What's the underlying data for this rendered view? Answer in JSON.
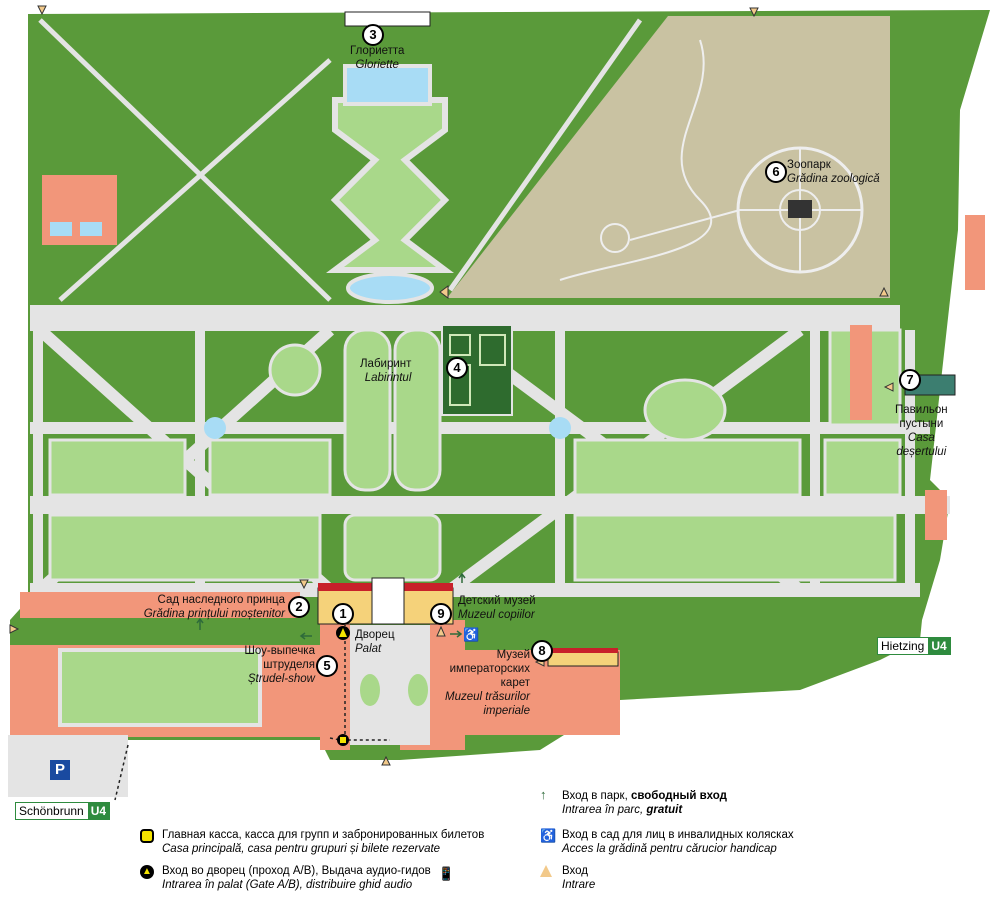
{
  "colors": {
    "park": "#5a9a3a",
    "lawn": "#a9d88a",
    "path": "#e4e4e4",
    "zoo": "#c9c2a2",
    "building": "#f2967a",
    "water": "#a8dcf5",
    "metro": "#2e8b3e",
    "ticket": "#f5e400"
  },
  "places": [
    {
      "num": "1",
      "ru": "Дворец",
      "ro": "Palat"
    },
    {
      "num": "2",
      "ru": "Сад наследного принца",
      "ro": "Grădina prințului moștenitor"
    },
    {
      "num": "3",
      "ru": "Глориетта",
      "ro": "Gloriette"
    },
    {
      "num": "4",
      "ru": "Лабиринт",
      "ro": "Labirintul"
    },
    {
      "num": "5",
      "ru": "Шоу-выпечка штруделя",
      "ru1": "Шоу-выпечка",
      "ru2": "штруделя",
      "ro": "Ștrudel-show"
    },
    {
      "num": "6",
      "ru": "Зоопарк",
      "ro": "Grădina zoologică"
    },
    {
      "num": "7",
      "ru": "Павильон пустыни",
      "ru1": "Павильон",
      "ru2": "пустыни",
      "ro": "Casa deșertului",
      "ro1": "Casa",
      "ro2": "deșertului"
    },
    {
      "num": "8",
      "ru": "Музей императорских карет",
      "ru1": "Музей",
      "ru2": "императорских",
      "ru3": "карет",
      "ro": "Muzeul trăsurilor imperiale",
      "ro1": "Muzeul trăsurilor",
      "ro2": "imperiale"
    },
    {
      "num": "9",
      "ru": "Детский музей",
      "ro": "Muzeul copiilor"
    }
  ],
  "metro": [
    {
      "name": "Schönbrunn",
      "line": "U4"
    },
    {
      "name": "Hietzing",
      "line": "U4"
    }
  ],
  "parking": "P",
  "legend": [
    {
      "icon": "ticket-office-icon",
      "ru": "Главная касса, касса для групп и забронированных билетов",
      "ro": "Casa principală, casa pentru grupuri și bilete rezervate"
    },
    {
      "icon": "palace-entrance-icon",
      "ru": "Вход во дворец (проход A/B), Выдача аудио-гидов",
      "ro": "Intrarea în palat (Gate A/B), distribuire ghid audio"
    },
    {
      "icon": "free-entry-arrow-icon",
      "ru": "Вход в парк, ",
      "ru_bold": "свободный вход",
      "ro": "Intrarea în parc, ",
      "ro_bold": "gratuit"
    },
    {
      "icon": "wheelchair-icon",
      "ru": "Вход в сад для лиц в инвалидных колясках",
      "ro": "Acces la grădină pentru cărucior handicap"
    },
    {
      "icon": "entrance-triangle-icon",
      "ru": "Вход",
      "ro": "Intrare"
    }
  ]
}
